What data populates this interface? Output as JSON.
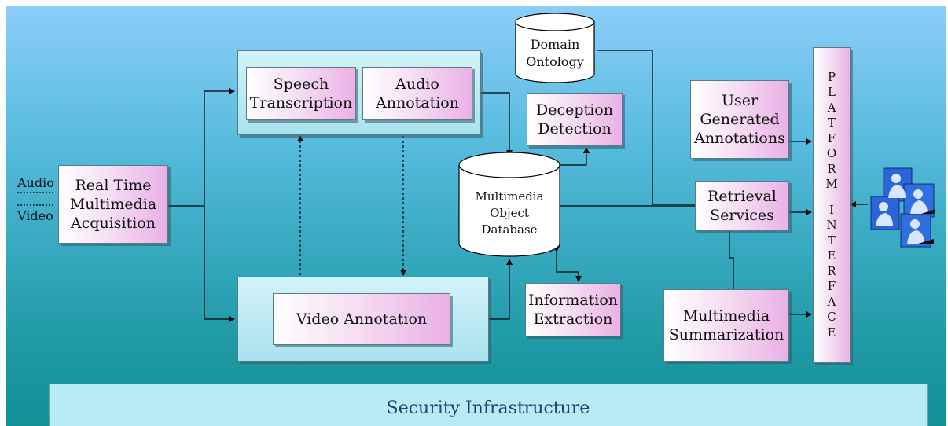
{
  "inputs": {
    "audio": "Audio",
    "video": "Video"
  },
  "acquisition": {
    "label": "Real Time Multimedia Acquisition"
  },
  "speech_transcription": {
    "label": "Speech Transcription"
  },
  "audio_annotation": {
    "label": "Audio Annotation"
  },
  "video_annotation": {
    "label": "Video Annotation"
  },
  "domain_ontology": {
    "label": "Domain Ontology"
  },
  "deception_detection": {
    "label": "Deception Detection"
  },
  "database": {
    "line1": "Multimedia",
    "line2": "Object",
    "line3": "Database"
  },
  "information_extraction": {
    "label": "Information Extraction"
  },
  "user_annotations": {
    "label": "User Generated Annotations"
  },
  "retrieval_services": {
    "label": "Retrieval Services"
  },
  "summarization": {
    "label": "Multimedia Summarization"
  },
  "platform_interface": {
    "letters": [
      "P",
      "L",
      "A",
      "T",
      "F",
      "O",
      "R",
      "M",
      "",
      "I",
      "N",
      "T",
      "E",
      "R",
      "F",
      "A",
      "C",
      "E"
    ]
  },
  "security": {
    "label": "Security Infrastructure"
  },
  "icons": {
    "users": "user-group-icon"
  },
  "colors": {
    "background_top": "#8ccdf8",
    "background_bottom": "#138f96",
    "module_pink": "#eab0e6",
    "group_cyan": "#a9e3ee",
    "security_text": "#2b3a78"
  }
}
